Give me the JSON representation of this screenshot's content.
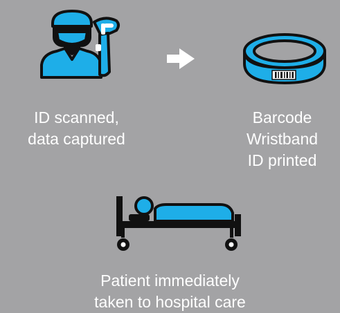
{
  "colors": {
    "background": "#a3a3a5",
    "accent": "#1eaee8",
    "ink": "#111111",
    "text": "#ffffff"
  },
  "icons": {
    "scan": "person-with-barcode-scanner-icon",
    "arrow": "arrow-right-icon",
    "wristband": "barcode-wristband-icon",
    "patient": "patient-in-hospital-bed-icon"
  },
  "steps": [
    {
      "lines": [
        "ID scanned,",
        "data captured"
      ]
    },
    {
      "lines": [
        "Barcode",
        "Wristband",
        "ID printed"
      ]
    },
    {
      "lines": [
        "Patient immediately",
        "taken to hospital care"
      ]
    }
  ]
}
